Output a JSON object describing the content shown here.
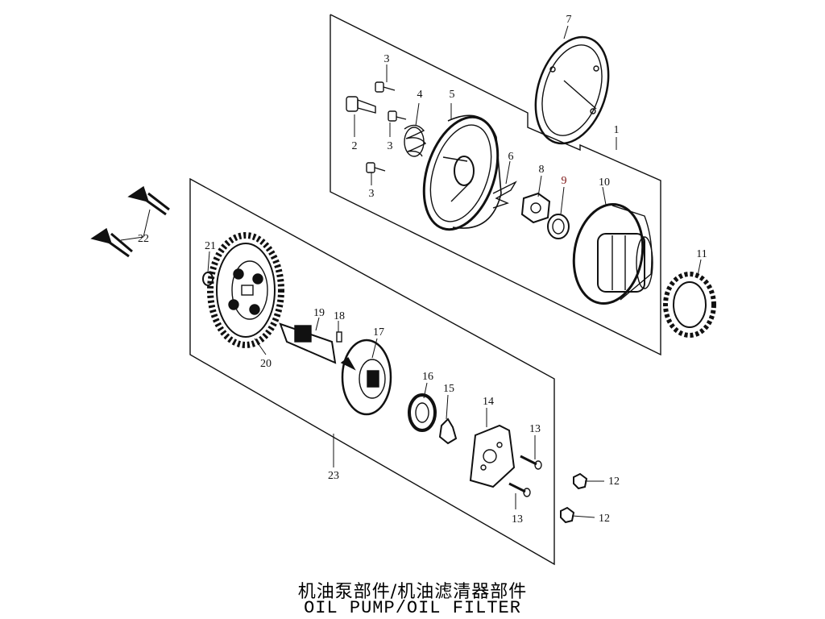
{
  "caption": {
    "title_cn": "机油泵部件/机油滤清器部件",
    "title_en": "OIL PUMP/OIL FILTER"
  },
  "callouts": [
    {
      "id": "c1",
      "text": "1"
    },
    {
      "id": "c2",
      "text": "2"
    },
    {
      "id": "c3a",
      "text": "3"
    },
    {
      "id": "c3b",
      "text": "3"
    },
    {
      "id": "c3c",
      "text": "3"
    },
    {
      "id": "c4",
      "text": "4"
    },
    {
      "id": "c5",
      "text": "5"
    },
    {
      "id": "c6",
      "text": "6"
    },
    {
      "id": "c7",
      "text": "7"
    },
    {
      "id": "c8",
      "text": "8"
    },
    {
      "id": "c9",
      "text": "9"
    },
    {
      "id": "c10",
      "text": "10"
    },
    {
      "id": "c11",
      "text": "11"
    },
    {
      "id": "c12a",
      "text": "12"
    },
    {
      "id": "c12b",
      "text": "12"
    },
    {
      "id": "c13a",
      "text": "13"
    },
    {
      "id": "c13b",
      "text": "13"
    },
    {
      "id": "c14",
      "text": "14"
    },
    {
      "id": "c15",
      "text": "15"
    },
    {
      "id": "c16",
      "text": "16"
    },
    {
      "id": "c17",
      "text": "17"
    },
    {
      "id": "c18",
      "text": "18"
    },
    {
      "id": "c19",
      "text": "19"
    },
    {
      "id": "c20",
      "text": "20"
    },
    {
      "id": "c21",
      "text": "21"
    },
    {
      "id": "c22",
      "text": "22"
    },
    {
      "id": "c23",
      "text": "23"
    }
  ]
}
